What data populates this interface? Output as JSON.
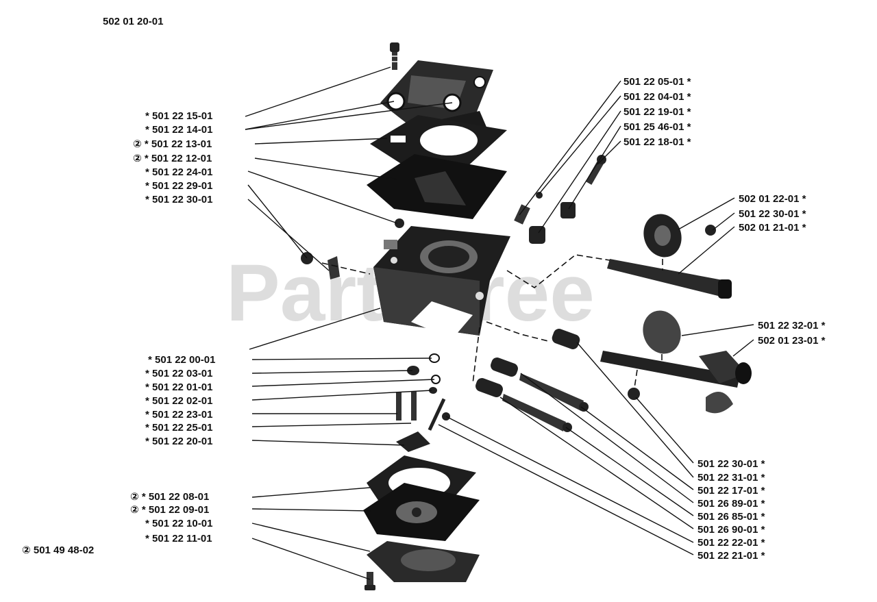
{
  "header_code": "502 01 20-01",
  "watermark": "PartsTree",
  "labels": {
    "l1": "*  501 22 15-01",
    "l2": "*  501 22 14-01",
    "l3": "② * 501 22 13-01",
    "l4": "② * 501 22 12-01",
    "l5": "*  501 22 24-01",
    "l6": "*  501 22 29-01",
    "l7": "*  501 22 30-01",
    "l8": "* 501 22 00-01",
    "l9": "*  501 22 03-01",
    "l10": "*  501 22 01-01",
    "l11": "*  501 22 02-01",
    "l12": "*  501 22 23-01",
    "l13": "*  501 22 25-01",
    "l14": "*  501 22 20-01",
    "l15": "② *  501 22 08-01",
    "l16": "② *  501 22 09-01",
    "l17": "*  501 22 10-01",
    "l18": "*  501 22 11-01",
    "l19": "② 501 49 48-02",
    "r1": "501 22 05-01  *",
    "r2": "501 22 04-01  *",
    "r3": "501 22 19-01  *",
    "r4": "501 25 46-01  *",
    "r5": "501 22 18-01  *",
    "r6": "502 01 22-01  *",
    "r7": "501 22 30-01  *",
    "r8": "502 01 21-01  *",
    "r9": "501 22 32-01  *",
    "r10": "502 01 23-01  *",
    "r11": "501 22 30-01  *",
    "r12": "501 22 31-01  *",
    "r13": "501 22 17-01  *",
    "r14": "501 26 89-01  *",
    "r15": "501 26 85-01  *",
    "r16": "501 26 90-01  *",
    "r17": "501 22 22-01  *",
    "r18": "501 22 21-01  *"
  }
}
